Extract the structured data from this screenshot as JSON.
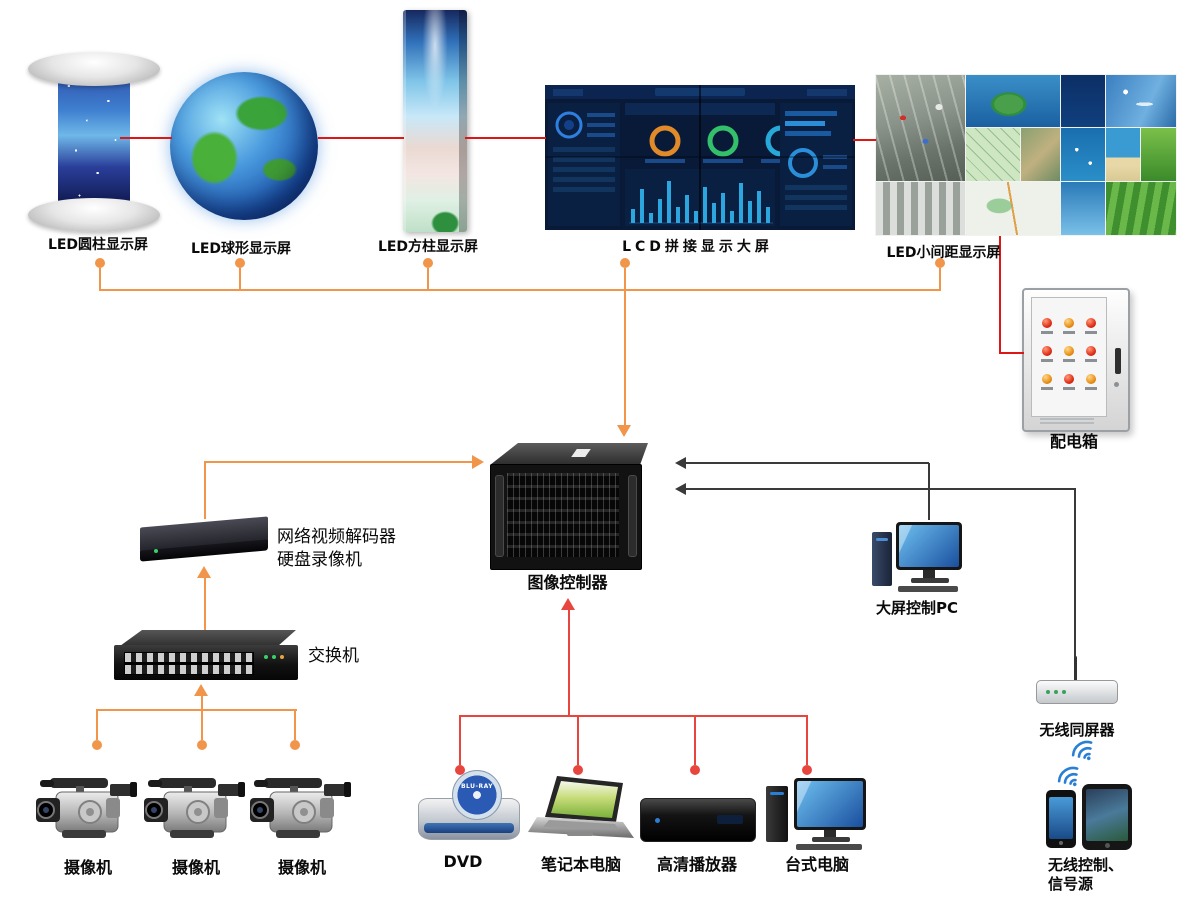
{
  "diagram": {
    "displays": {
      "led_cylinder": {
        "label": "LED圆柱显示屏"
      },
      "led_sphere": {
        "label": "LED球形显示屏"
      },
      "led_column": {
        "label": "LED方柱显示屏"
      },
      "lcd_wall": {
        "label": "LCD拼接显示大屏"
      },
      "led_fine_pitch": {
        "label": "LED小间距显示屏"
      }
    },
    "power": {
      "power_box": {
        "label": "配电箱"
      }
    },
    "control": {
      "controller": {
        "label": "图像控制器"
      },
      "decoder": {
        "label_line1": "网络视频解码器",
        "label_line2": "硬盘录像机"
      },
      "switch": {
        "label": "交换机"
      },
      "control_pc": {
        "label": "大屏控制PC"
      },
      "wireless_mirror": {
        "label": "无线同屏器"
      }
    },
    "sources": {
      "cameras": [
        {
          "label": "摄像机"
        },
        {
          "label": "摄像机"
        },
        {
          "label": "摄像机"
        }
      ],
      "dvd": {
        "label": "DVD",
        "disc_text": "BLU-RAY"
      },
      "laptop": {
        "label": "笔记本电脑"
      },
      "hd_player": {
        "label": "高清播放器"
      },
      "desktop": {
        "label": "台式电脑"
      },
      "wireless_source": {
        "label_line1": "无线控制、",
        "label_line2": "信号源"
      }
    },
    "colors": {
      "display_link": "#dd1616",
      "control_link": "#f0954a",
      "source_link": "#e8453f",
      "pc_link": "#3a3a3a"
    }
  }
}
